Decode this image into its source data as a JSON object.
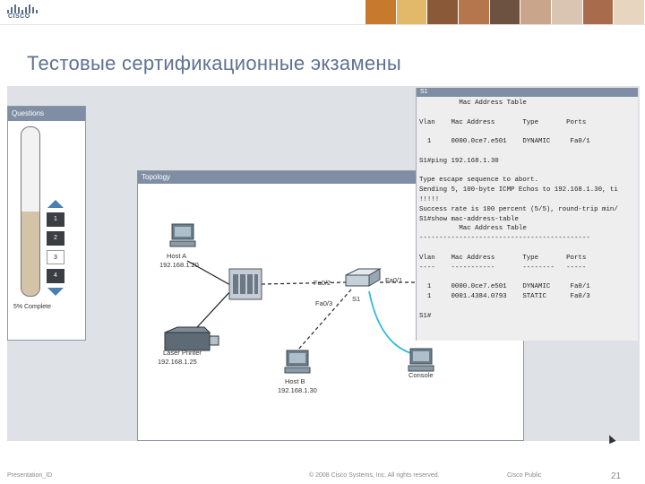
{
  "header": {
    "logo_text": "CISCO",
    "photo_colors": [
      "#c77a2e",
      "#e2b86b",
      "#8a5a38",
      "#b5764d",
      "#6d5141",
      "#c9a68b",
      "#d9c5b2",
      "#a86c4c",
      "#e8d5c0"
    ]
  },
  "slide": {
    "title": "Тестовые сертификационные экзамены"
  },
  "questions": {
    "title": "Questions",
    "items": [
      "1",
      "2",
      "3",
      "4"
    ],
    "complete_label": "5% Complete"
  },
  "topology": {
    "title": "Topology",
    "host_a": {
      "name": "Host A",
      "ip": "192.168.1.20"
    },
    "host_b": {
      "name": "Host B",
      "ip": "192.168.1.30"
    },
    "printer": {
      "name": "Laser Printer",
      "ip": "192.168.1.25"
    },
    "switch": {
      "name": "S1"
    },
    "console": {
      "name": "Console"
    },
    "ports": {
      "fa02": "Fa0/2",
      "fa03": "Fa0/3",
      "fa01": "Fa0/1"
    }
  },
  "terminal": {
    "title": "S1",
    "lines": [
      "          Mac Address Table",
      "",
      "Vlan    Mac Address       Type       Ports",
      "",
      "  1     0000.0ce7.e501    DYNAMIC     Fa0/1",
      "",
      "S1#ping 192.168.1.30",
      "",
      "Type escape sequence to abort.",
      "Sending 5, 100-byte ICMP Echos to 192.168.1.30, ti",
      "!!!!!",
      "Success rate is 100 percent (5/5), round-trip min/",
      "S1#show mac-address-table",
      "          Mac Address Table",
      "-------------------------------------------",
      "",
      "Vlan    Mac Address       Type       Ports",
      "----    -----------       --------   -----",
      "",
      "  1     0000.0ce7.e501    DYNAMIC     Fa0/1",
      "  1     0001.4384.0793    STATIC      Fa0/3",
      "",
      "S1#"
    ]
  },
  "footer": {
    "left": "Presentation_ID",
    "center": "© 2008 Cisco Systems, Inc. All rights reserved.",
    "right": "Cisco Public",
    "page": "21"
  }
}
